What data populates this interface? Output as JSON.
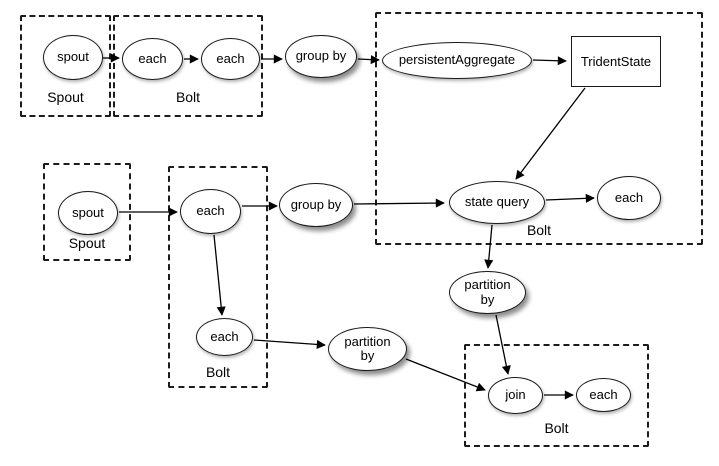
{
  "groups": {
    "spout_top": {
      "label": "Spout"
    },
    "bolt_top": {
      "label": "Bolt"
    },
    "bolt_main": {
      "label": "Bolt"
    },
    "spout_mid": {
      "label": "Spout"
    },
    "bolt_mid": {
      "label": "Bolt"
    },
    "bolt_bottom": {
      "label": "Bolt"
    }
  },
  "nodes": {
    "spout_1": {
      "label": "spout"
    },
    "each_1": {
      "label": "each"
    },
    "each_2": {
      "label": "each"
    },
    "group_by_1": {
      "label": "group by"
    },
    "persistent_aggregate": {
      "label": "persistentAggregate"
    },
    "trident_state": {
      "label": "TridentState"
    },
    "state_query": {
      "label": "state query"
    },
    "each_3": {
      "label": "each"
    },
    "spout_2": {
      "label": "spout"
    },
    "each_4": {
      "label": "each"
    },
    "group_by_2": {
      "label": "group by"
    },
    "each_5": {
      "label": "each"
    },
    "partition_by_1": {
      "label": "partition by"
    },
    "partition_by_2": {
      "label": "partition by"
    },
    "join": {
      "label": "join"
    },
    "each_6": {
      "label": "each"
    }
  },
  "colors": {
    "stroke": "#000000",
    "background": "#ffffff"
  }
}
